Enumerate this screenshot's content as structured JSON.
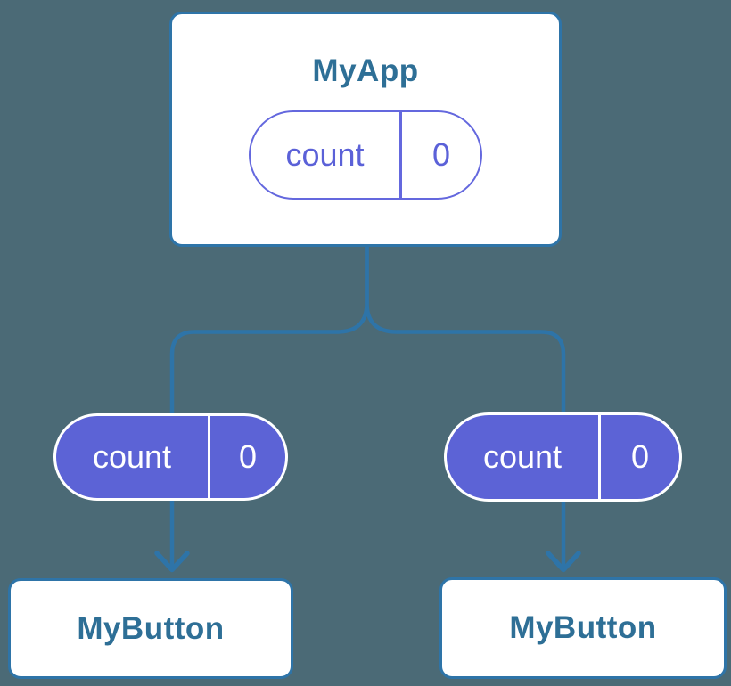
{
  "palette": {
    "background": "#4b6a76",
    "connector_line": "#2e74a8",
    "card_border": "#2e74a8",
    "card_background": "#ffffff",
    "node_title_text": "#2e6f96",
    "state_pill_fill": "#5c63d6",
    "state_pill_outline": "#6468de",
    "state_pill_outline_text": "#5b61d8",
    "state_pill_filled_text": "#ffffff"
  },
  "diagram": {
    "type": "component-tree",
    "root": {
      "title": "MyApp",
      "state": {
        "name": "count",
        "value": "0"
      }
    },
    "children": [
      {
        "title": "MyButton",
        "prop": {
          "name": "count",
          "value": "0"
        }
      },
      {
        "title": "MyButton",
        "prop": {
          "name": "count",
          "value": "0"
        }
      }
    ],
    "edges": [
      {
        "from": "MyApp",
        "to": "MyButton (left)",
        "via": "count prop",
        "arrow": "down"
      },
      {
        "from": "MyApp",
        "to": "MyButton (right)",
        "via": "count prop",
        "arrow": "down"
      }
    ]
  }
}
